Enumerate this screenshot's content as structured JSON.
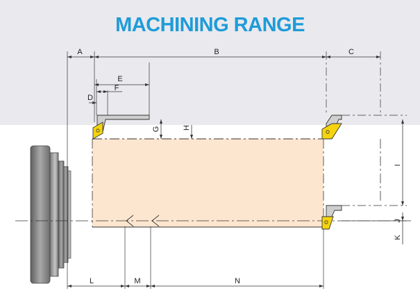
{
  "title": "MACHINING RANGE",
  "labels": {
    "A": "A",
    "B": "B",
    "C": "C",
    "D": "D",
    "E": "E",
    "F": "F",
    "G": "G",
    "H": "H",
    "I": "I",
    "J": "J",
    "K": "K",
    "L": "L",
    "M": "M",
    "N": "N"
  },
  "colors": {
    "title": "#1e9cd8",
    "band": "#eae9ee",
    "workpiece": "#fde6cf",
    "insert": "#f5d40f",
    "chuck": "#8a8a8a"
  }
}
